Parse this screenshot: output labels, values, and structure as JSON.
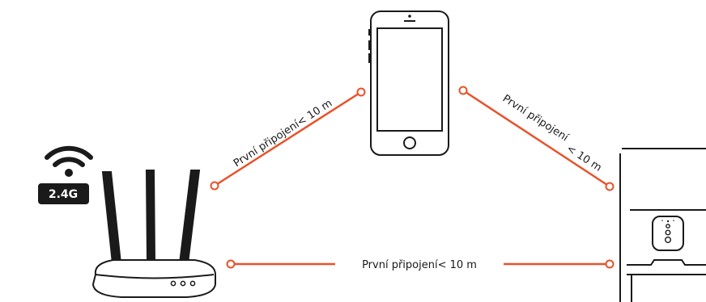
{
  "colors": {
    "line": "#e8522a",
    "device_stroke": "#1a1a1a",
    "badge_bg": "#1a1a1a"
  },
  "wifi_badge": {
    "icon": "wifi-icon",
    "label": "2.4G"
  },
  "devices": {
    "router": {
      "icon": "router-icon"
    },
    "phone": {
      "icon": "smartphone-icon"
    },
    "feeder": {
      "icon": "pet-feeder-icon"
    }
  },
  "connections": {
    "router_phone": "První připojení< 10 m",
    "phone_feeder_line1": "První připojení",
    "phone_feeder_line2": "< 10 m",
    "router_feeder": "První připojení< 10 m"
  }
}
